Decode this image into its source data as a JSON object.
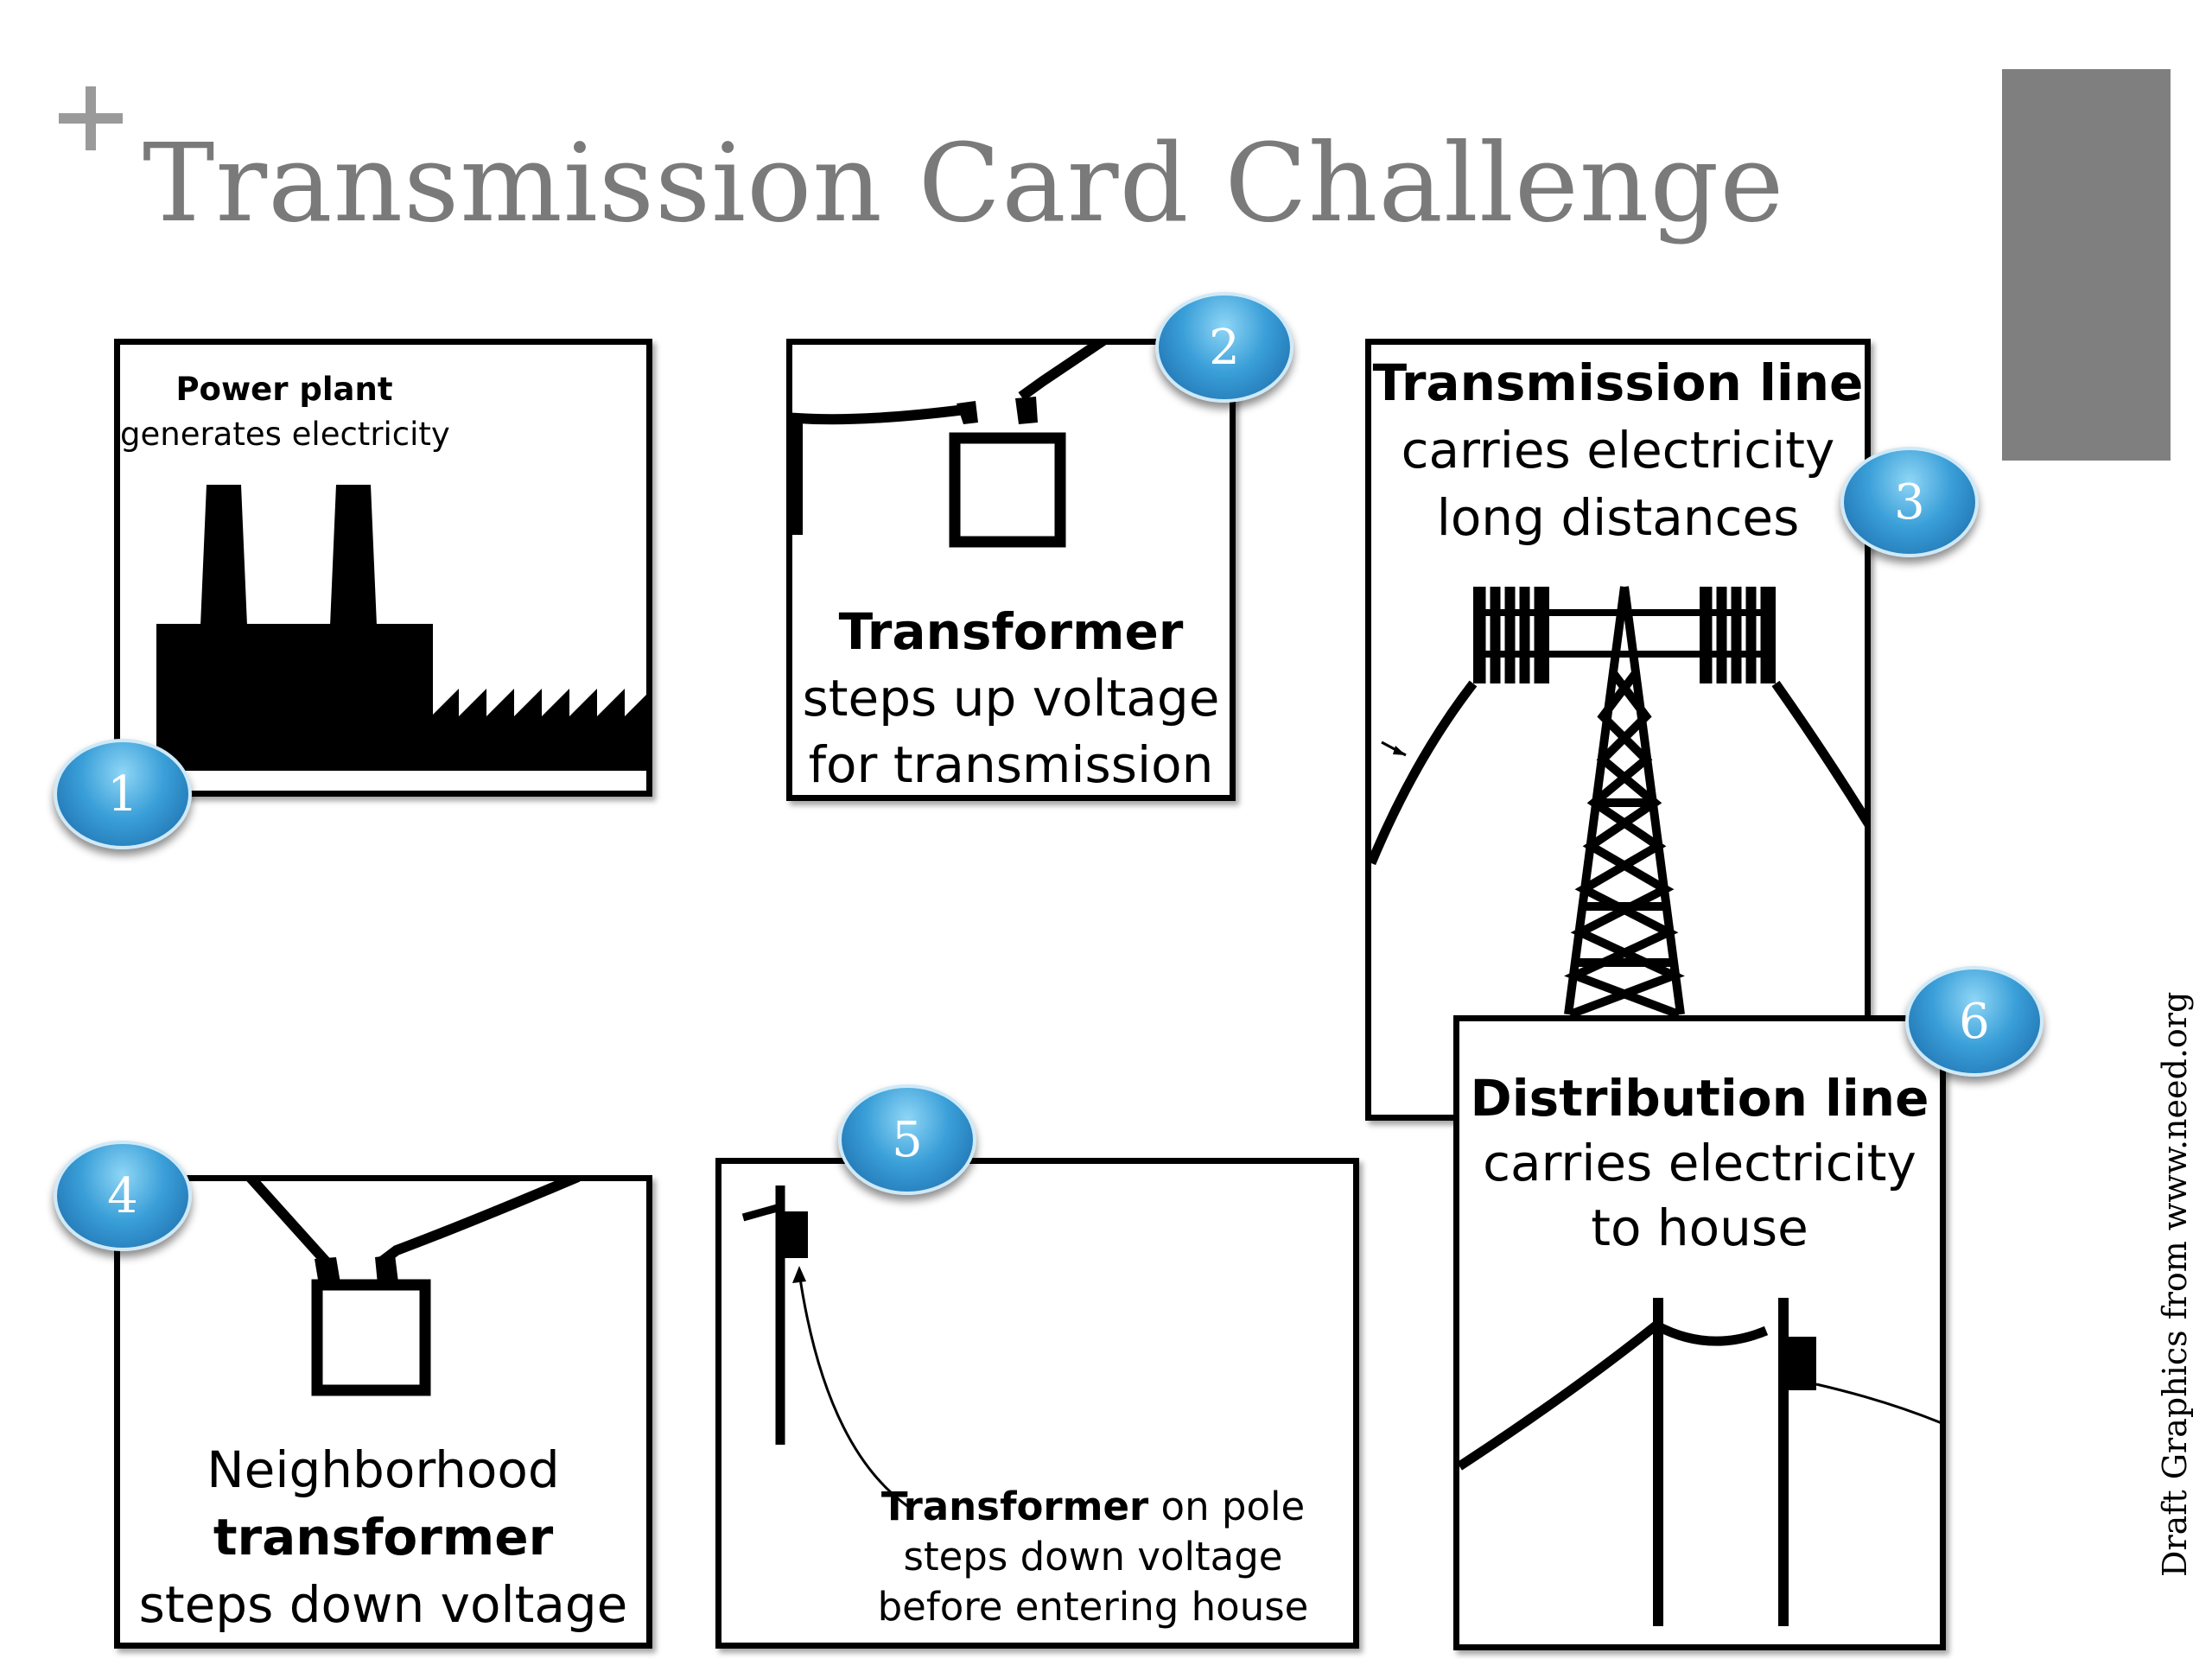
{
  "slide": {
    "title": "Transmission Card Challenge",
    "credit": "Draft Graphics from www.need.org"
  },
  "cards": [
    {
      "number": "1",
      "heading": "Power plant",
      "caption": "generates electricity"
    },
    {
      "number": "2",
      "heading": "Transformer",
      "caption_line1": "steps up voltage",
      "caption_line2": "for transmission"
    },
    {
      "number": "3",
      "heading": "Transmission line",
      "caption_line1": "carries electricity",
      "caption_line2": "long distances"
    },
    {
      "number": "4",
      "line1": "Neighborhood",
      "heading": "transformer",
      "line3": "steps down voltage"
    },
    {
      "number": "5",
      "heading": "Transformer",
      "heading_suffix": " on pole",
      "caption_line1": "steps down voltage",
      "caption_line2": "before entering house"
    },
    {
      "number": "6",
      "heading": "Distribution line",
      "caption_line1": "carries electricity",
      "caption_line2": "to house"
    }
  ]
}
